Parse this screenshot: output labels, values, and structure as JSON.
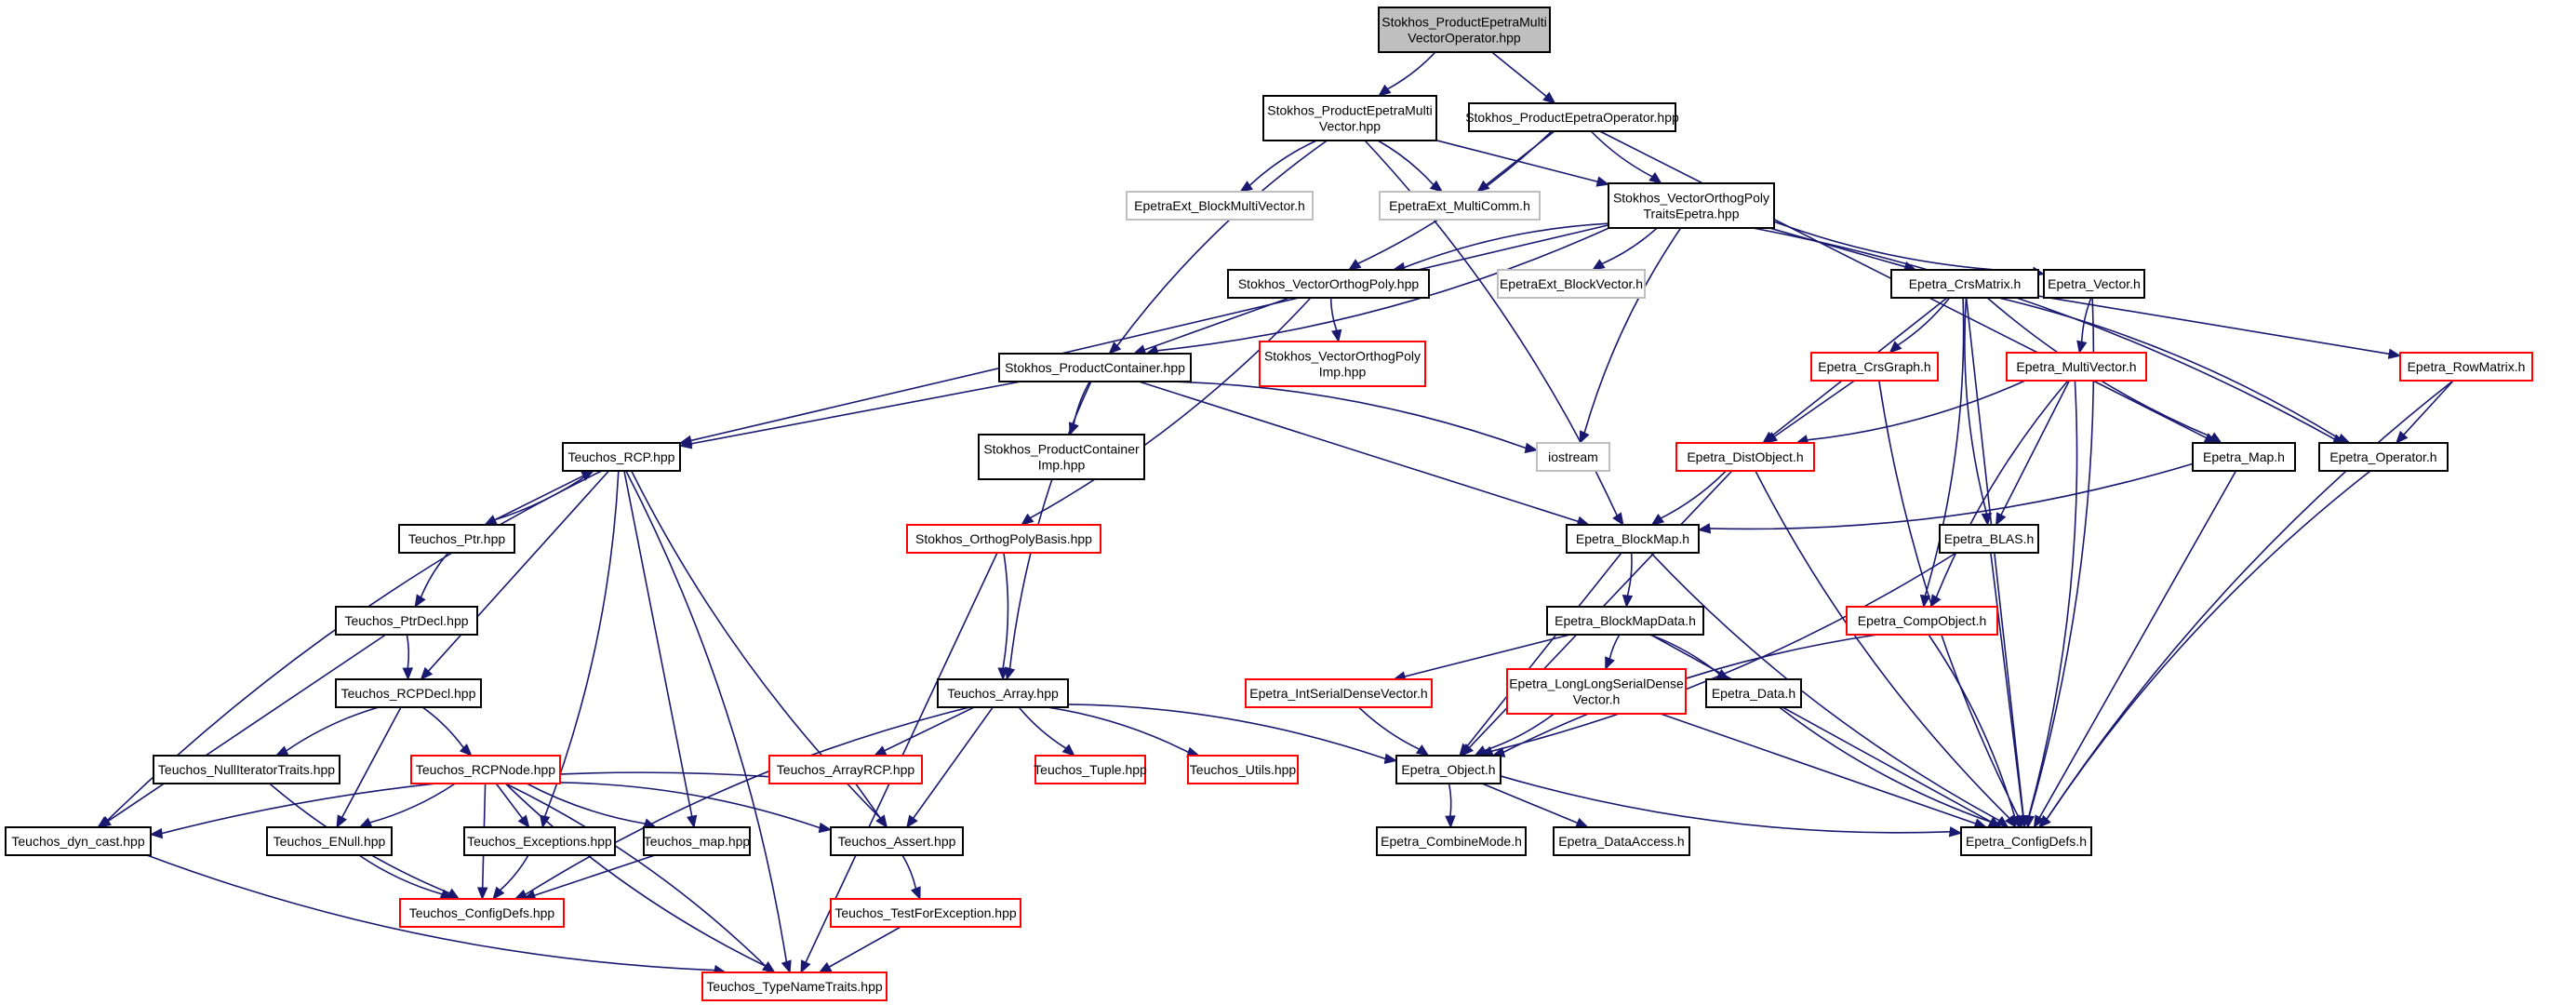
{
  "colors": {
    "edge": "#191970",
    "root_fill": "#bfbfbf",
    "normal_border": "#000000",
    "red_border": "#ff0000",
    "gray_border": "#bfbfbf"
  },
  "nodes": [
    {
      "id": "root",
      "label": [
        "Stokhos_ProductEpetraMulti",
        "VectorOperator.hpp"
      ],
      "style": "root"
    },
    {
      "id": "pemv",
      "label": [
        "Stokhos_ProductEpetraMulti",
        "Vector.hpp"
      ],
      "style": "normal"
    },
    {
      "id": "peo",
      "label": [
        "Stokhos_ProductEpetraOperator.hpp"
      ],
      "style": "normal"
    },
    {
      "id": "ebmv",
      "label": [
        "EpetraExt_BlockMultiVector.h"
      ],
      "style": "gray"
    },
    {
      "id": "emc",
      "label": [
        "EpetraExt_MultiComm.h"
      ],
      "style": "gray"
    },
    {
      "id": "vote",
      "label": [
        "Stokhos_VectorOrthogPoly",
        "TraitsEpetra.hpp"
      ],
      "style": "normal"
    },
    {
      "id": "vop",
      "label": [
        "Stokhos_VectorOrthogPoly.hpp"
      ],
      "style": "normal"
    },
    {
      "id": "ebv",
      "label": [
        "EpetraExt_BlockVector.h"
      ],
      "style": "gray"
    },
    {
      "id": "crs",
      "label": [
        "Epetra_CrsMatrix.h"
      ],
      "style": "normal"
    },
    {
      "id": "evec",
      "label": [
        "Epetra_Vector.h"
      ],
      "style": "normal"
    },
    {
      "id": "pc",
      "label": [
        "Stokhos_ProductContainer.hpp"
      ],
      "style": "normal"
    },
    {
      "id": "vopi",
      "label": [
        "Stokhos_VectorOrthogPoly",
        "Imp.hpp"
      ],
      "style": "red"
    },
    {
      "id": "crsg",
      "label": [
        "Epetra_CrsGraph.h"
      ],
      "style": "red"
    },
    {
      "id": "mv",
      "label": [
        "Epetra_MultiVector.h"
      ],
      "style": "red"
    },
    {
      "id": "rowm",
      "label": [
        "Epetra_RowMatrix.h"
      ],
      "style": "red"
    },
    {
      "id": "rcp",
      "label": [
        "Teuchos_RCP.hpp"
      ],
      "style": "normal"
    },
    {
      "id": "pci",
      "label": [
        "Stokhos_ProductContainer",
        "Imp.hpp"
      ],
      "style": "normal"
    },
    {
      "id": "ios",
      "label": [
        "iostream"
      ],
      "style": "gray"
    },
    {
      "id": "dist",
      "label": [
        "Epetra_DistObject.h"
      ],
      "style": "red"
    },
    {
      "id": "emap",
      "label": [
        "Epetra_Map.h"
      ],
      "style": "normal"
    },
    {
      "id": "eop",
      "label": [
        "Epetra_Operator.h"
      ],
      "style": "normal"
    },
    {
      "id": "ptr",
      "label": [
        "Teuchos_Ptr.hpp"
      ],
      "style": "normal"
    },
    {
      "id": "opb",
      "label": [
        "Stokhos_OrthogPolyBasis.hpp"
      ],
      "style": "red"
    },
    {
      "id": "bmap",
      "label": [
        "Epetra_BlockMap.h"
      ],
      "style": "normal"
    },
    {
      "id": "blas",
      "label": [
        "Epetra_BLAS.h"
      ],
      "style": "normal"
    },
    {
      "id": "ptrd",
      "label": [
        "Teuchos_PtrDecl.hpp"
      ],
      "style": "normal"
    },
    {
      "id": "bmd",
      "label": [
        "Epetra_BlockMapData.h"
      ],
      "style": "normal"
    },
    {
      "id": "cobj",
      "label": [
        "Epetra_CompObject.h"
      ],
      "style": "red"
    },
    {
      "id": "rcpd",
      "label": [
        "Teuchos_RCPDecl.hpp"
      ],
      "style": "normal"
    },
    {
      "id": "arr",
      "label": [
        "Teuchos_Array.hpp"
      ],
      "style": "normal"
    },
    {
      "id": "isdv",
      "label": [
        "Epetra_IntSerialDenseVector.h"
      ],
      "style": "red"
    },
    {
      "id": "llsdv",
      "label": [
        "Epetra_LongLongSerialDense",
        "Vector.h"
      ],
      "style": "red"
    },
    {
      "id": "edata",
      "label": [
        "Epetra_Data.h"
      ],
      "style": "normal"
    },
    {
      "id": "nit",
      "label": [
        "Teuchos_NullIteratorTraits.hpp"
      ],
      "style": "normal"
    },
    {
      "id": "rcpn",
      "label": [
        "Teuchos_RCPNode.hpp"
      ],
      "style": "red"
    },
    {
      "id": "arcp",
      "label": [
        "Teuchos_ArrayRCP.hpp"
      ],
      "style": "red"
    },
    {
      "id": "tup",
      "label": [
        "Teuchos_Tuple.hpp"
      ],
      "style": "red"
    },
    {
      "id": "utl",
      "label": [
        "Teuchos_Utils.hpp"
      ],
      "style": "red"
    },
    {
      "id": "eobj",
      "label": [
        "Epetra_Object.h"
      ],
      "style": "normal"
    },
    {
      "id": "dyn",
      "label": [
        "Teuchos_dyn_cast.hpp"
      ],
      "style": "normal"
    },
    {
      "id": "enull",
      "label": [
        "Teuchos_ENull.hpp"
      ],
      "style": "normal"
    },
    {
      "id": "exc",
      "label": [
        "Teuchos_Exceptions.hpp"
      ],
      "style": "normal"
    },
    {
      "id": "tmap",
      "label": [
        "Teuchos_map.hpp"
      ],
      "style": "normal"
    },
    {
      "id": "tas",
      "label": [
        "Teuchos_Assert.hpp"
      ],
      "style": "normal"
    },
    {
      "id": "ecm",
      "label": [
        "Epetra_CombineMode.h"
      ],
      "style": "normal"
    },
    {
      "id": "eda",
      "label": [
        "Epetra_DataAccess.h"
      ],
      "style": "normal"
    },
    {
      "id": "ecd",
      "label": [
        "Epetra_ConfigDefs.h"
      ],
      "style": "normal"
    },
    {
      "id": "tcd",
      "label": [
        "Teuchos_ConfigDefs.hpp"
      ],
      "style": "red"
    },
    {
      "id": "tfe",
      "label": [
        "Teuchos_TestForException.hpp"
      ],
      "style": "red"
    },
    {
      "id": "tnt",
      "label": [
        "Teuchos_TypeNameTraits.hpp"
      ],
      "style": "red"
    }
  ],
  "edges": [
    [
      "root",
      "pemv"
    ],
    [
      "root",
      "peo"
    ],
    [
      "pemv",
      "ebmv"
    ],
    [
      "pemv",
      "emc"
    ],
    [
      "pemv",
      "vote"
    ],
    [
      "pemv",
      "pc"
    ],
    [
      "pemv",
      "bmap"
    ],
    [
      "peo",
      "emc"
    ],
    [
      "peo",
      "vote"
    ],
    [
      "peo",
      "vop"
    ],
    [
      "peo",
      "emap"
    ],
    [
      "vote",
      "vop"
    ],
    [
      "vote",
      "ebv"
    ],
    [
      "vote",
      "crs"
    ],
    [
      "vote",
      "evec"
    ],
    [
      "vote",
      "pc"
    ],
    [
      "vote",
      "rcp"
    ],
    [
      "vote",
      "ios"
    ],
    [
      "vote",
      "eop"
    ],
    [
      "vop",
      "pc"
    ],
    [
      "vop",
      "vopi"
    ],
    [
      "vop",
      "opb"
    ],
    [
      "pc",
      "rcp"
    ],
    [
      "pc",
      "pci"
    ],
    [
      "pc",
      "ios"
    ],
    [
      "pc",
      "bmap"
    ],
    [
      "pc",
      "arr"
    ],
    [
      "crs",
      "crsg"
    ],
    [
      "crs",
      "dist"
    ],
    [
      "crs",
      "emap"
    ],
    [
      "crs",
      "eop"
    ],
    [
      "crs",
      "rowm"
    ],
    [
      "crs",
      "blas"
    ],
    [
      "crs",
      "cobj"
    ],
    [
      "crs",
      "ecd"
    ],
    [
      "evec",
      "mv"
    ],
    [
      "evec",
      "ecd"
    ],
    [
      "crsg",
      "dist"
    ],
    [
      "crsg",
      "ecd"
    ],
    [
      "mv",
      "dist"
    ],
    [
      "mv",
      "blas"
    ],
    [
      "mv",
      "cobj"
    ],
    [
      "mv",
      "ecd"
    ],
    [
      "rowm",
      "eop"
    ],
    [
      "rowm",
      "ecd"
    ],
    [
      "dist",
      "bmap"
    ],
    [
      "dist",
      "eobj"
    ],
    [
      "dist",
      "ecd"
    ],
    [
      "emap",
      "bmap"
    ],
    [
      "emap",
      "ecd"
    ],
    [
      "eop",
      "ecd"
    ],
    [
      "bmap",
      "bmd"
    ],
    [
      "bmap",
      "eobj"
    ],
    [
      "bmap",
      "ecd"
    ],
    [
      "blas",
      "eobj"
    ],
    [
      "blas",
      "ecd"
    ],
    [
      "cobj",
      "eobj"
    ],
    [
      "cobj",
      "ecd"
    ],
    [
      "bmd",
      "isdv"
    ],
    [
      "bmd",
      "llsdv"
    ],
    [
      "bmd",
      "edata"
    ],
    [
      "bmd",
      "ecd"
    ],
    [
      "isdv",
      "eobj"
    ],
    [
      "llsdv",
      "eobj"
    ],
    [
      "llsdv",
      "ecd"
    ],
    [
      "edata",
      "ecd"
    ],
    [
      "eobj",
      "ecm"
    ],
    [
      "eobj",
      "eda"
    ],
    [
      "eobj",
      "ecd"
    ],
    [
      "rcp",
      "ptr"
    ],
    [
      "rcp",
      "rcpd"
    ],
    [
      "rcp",
      "dyn"
    ],
    [
      "rcp",
      "exc"
    ],
    [
      "rcp",
      "tmap"
    ],
    [
      "rcp",
      "tas"
    ],
    [
      "rcp",
      "tnt"
    ],
    [
      "ptr",
      "rcp"
    ],
    [
      "ptr",
      "ptrd"
    ],
    [
      "ptrd",
      "rcpd"
    ],
    [
      "ptrd",
      "dyn"
    ],
    [
      "rcpd",
      "nit"
    ],
    [
      "rcpd",
      "rcpn"
    ],
    [
      "rcpd",
      "enull"
    ],
    [
      "nit",
      "tcd"
    ],
    [
      "rcpn",
      "enull"
    ],
    [
      "rcpn",
      "exc"
    ],
    [
      "rcpn",
      "tmap"
    ],
    [
      "rcpn",
      "tas"
    ],
    [
      "rcpn",
      "tcd"
    ],
    [
      "rcpn",
      "tnt"
    ],
    [
      "opb",
      "arr"
    ],
    [
      "arr",
      "arcp"
    ],
    [
      "arr",
      "tup"
    ],
    [
      "arr",
      "utl"
    ],
    [
      "arr",
      "tas"
    ],
    [
      "arr",
      "tcd"
    ],
    [
      "arr",
      "eobj"
    ],
    [
      "arcp",
      "tas"
    ],
    [
      "arcp",
      "dyn"
    ],
    [
      "exc",
      "tcd"
    ],
    [
      "tmap",
      "tcd"
    ],
    [
      "enull",
      "tcd"
    ],
    [
      "tas",
      "tfe"
    ],
    [
      "tfe",
      "tnt"
    ],
    [
      "dyn",
      "tnt"
    ],
    [
      "rcpn",
      "tnt"
    ],
    [
      "opb",
      "tnt"
    ]
  ]
}
